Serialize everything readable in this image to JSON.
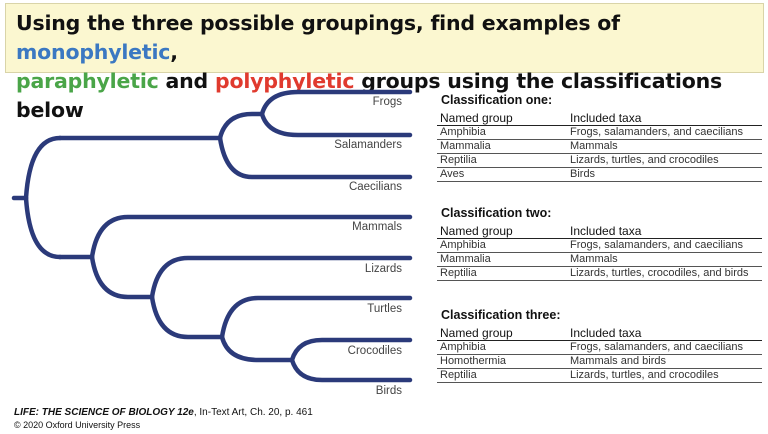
{
  "header": {
    "part1": "Using the three possible groupings, find examples of ",
    "mono": "monophyletic",
    "part2": ",",
    "para": "paraphyletic",
    "part3": " and ",
    "poly": "polyphyletic",
    "part4": " groups using the classifications below"
  },
  "colors": {
    "tree": "#2b3a7a",
    "mono": "#3b78c2",
    "para": "#4aa548",
    "poly": "#e03a2e",
    "header_bg": "#fbf7d0"
  },
  "taxa": [
    "Frogs",
    "Salamanders",
    "Caecilians",
    "Mammals",
    "Lizards",
    "Turtles",
    "Crocodiles",
    "Birds"
  ],
  "col_headers": {
    "group": "Named group",
    "taxa": "Included taxa"
  },
  "classifications": [
    {
      "title": "Classification one:",
      "rows": [
        {
          "group": "Amphibia",
          "taxa": "Frogs, salamanders, and caecilians"
        },
        {
          "group": "Mammalia",
          "taxa": "Mammals"
        },
        {
          "group": "Reptilia",
          "taxa": "Lizards, turtles, and crocodiles"
        },
        {
          "group": "Aves",
          "taxa": "Birds"
        }
      ]
    },
    {
      "title": "Classification two:",
      "rows": [
        {
          "group": "Amphibia",
          "taxa": "Frogs, salamanders, and caecilians"
        },
        {
          "group": "Mammalia",
          "taxa": "Mammals"
        },
        {
          "group": "Reptilia",
          "taxa": "Lizards, turtles, crocodiles, and birds"
        }
      ]
    },
    {
      "title": "Classification three:",
      "rows": [
        {
          "group": "Amphibia",
          "taxa": "Frogs, salamanders, and caecilians"
        },
        {
          "group": "Homothermia",
          "taxa": "Mammals and birds"
        },
        {
          "group": "Reptilia",
          "taxa": "Lizards, turtles, and crocodiles"
        }
      ]
    }
  ],
  "credit": {
    "book": "LIFE: THE SCIENCE OF BIOLOGY 12e",
    "ref": ", In-Text Art, Ch. 20, p. 461",
    "copyright": "© 2020 Oxford University Press"
  }
}
